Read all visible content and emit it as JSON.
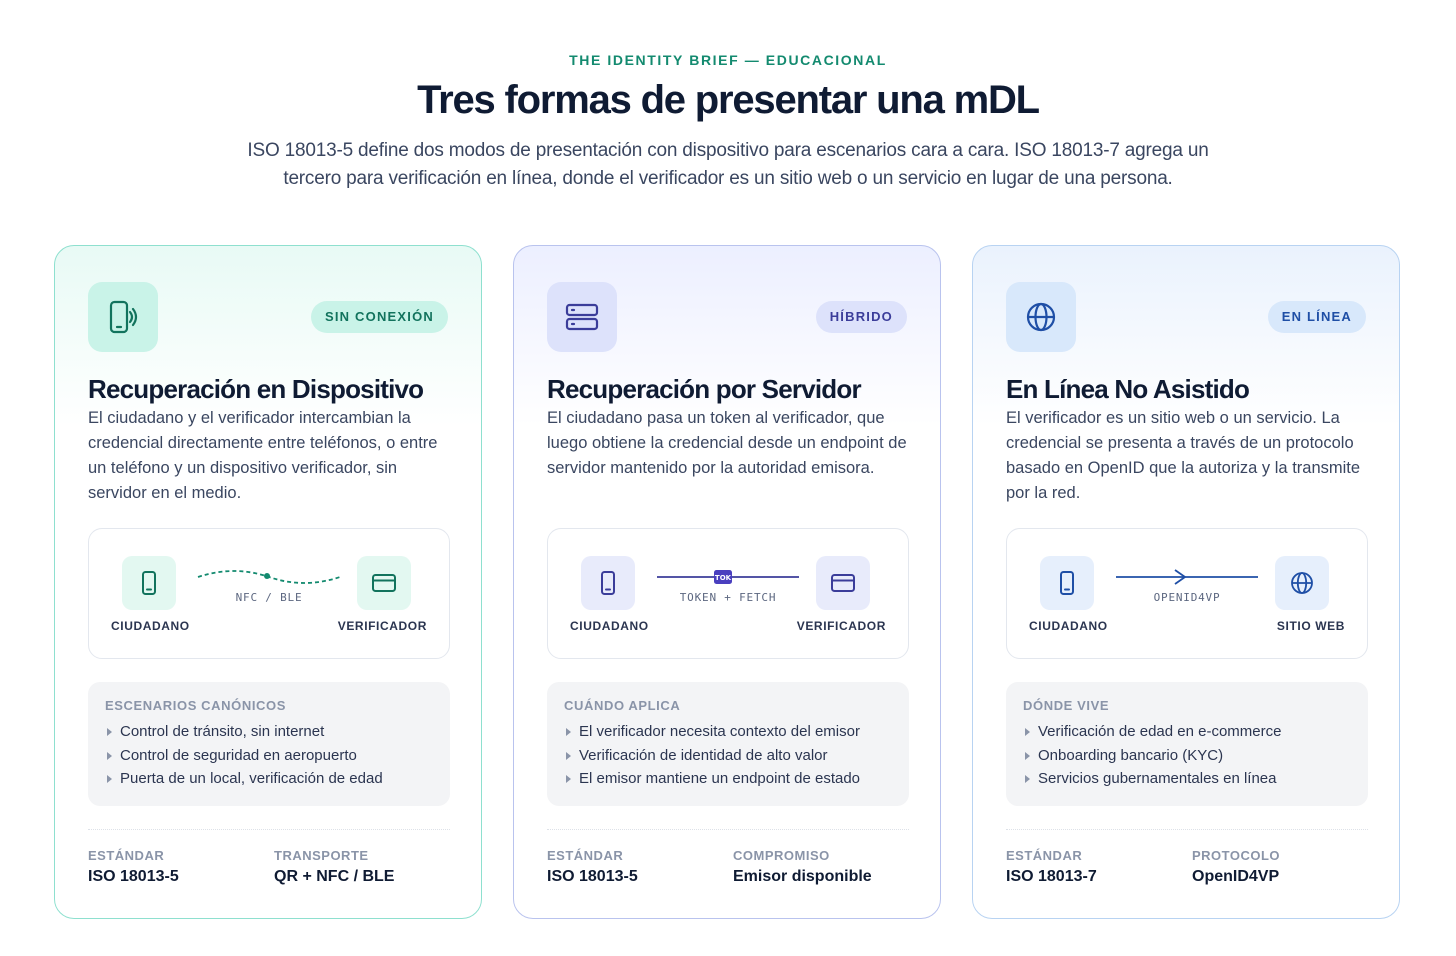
{
  "header": {
    "eyebrow": "THE IDENTITY BRIEF — EDUCACIONAL",
    "title": "Tres formas de presentar una mDL",
    "subtitle": "ISO 18013-5 define dos modos de presentación con dispositivo para escenarios cara a cara. ISO 18013-7 agrega un tercero para verificación en línea, donde el verificador es un sitio web o un servicio en lugar de una persona."
  },
  "colors": {
    "offline_accent": "#138a6f",
    "hybrid_accent": "#3b3d9a",
    "online_accent": "#1f4fa6",
    "title_text": "#0f1b33"
  },
  "cards": [
    {
      "icon": "phone-nfc-icon",
      "badge": "SIN CONEXIÓN",
      "title": "Recuperación en Dispositivo",
      "description": "El ciudadano y el verificador intercambian la credencial directamente entre teléfonos, o entre un teléfono y un dispositivo verificador, sin servidor en el medio.",
      "flow": {
        "left_icon": "phone-icon",
        "left_label": "CIUDADANO",
        "link_label": "NFC / BLE",
        "right_icon": "card-icon",
        "right_label": "VERIFICADOR"
      },
      "scenarios_title": "ESCENARIOS CANÓNICOS",
      "scenarios": [
        "Control de tránsito, sin internet",
        "Control de seguridad en aeropuerto",
        "Puerta de un local, verificación de edad"
      ],
      "meta": [
        {
          "key": "ESTÁNDAR",
          "value": "ISO 18013-5"
        },
        {
          "key": "TRANSPORTE",
          "value": "QR + NFC / BLE"
        }
      ]
    },
    {
      "icon": "server-icon",
      "badge": "HÍBRIDO",
      "title": "Recuperación por Servidor",
      "description": "El ciudadano pasa un token al verificador, que luego obtiene la credencial desde un endpoint de servidor mantenido por la autoridad emisora.",
      "flow": {
        "left_icon": "phone-icon",
        "left_label": "CIUDADANO",
        "link_label": "TOKEN + FETCH",
        "token_tag": "TOK",
        "right_icon": "card-icon",
        "right_label": "VERIFICADOR"
      },
      "scenarios_title": "CUÁNDO APLICA",
      "scenarios": [
        "El verificador necesita contexto del emisor",
        "Verificación de identidad de alto valor",
        "El emisor mantiene un endpoint de estado"
      ],
      "meta": [
        {
          "key": "ESTÁNDAR",
          "value": "ISO 18013-5"
        },
        {
          "key": "COMPROMISO",
          "value": "Emisor disponible"
        }
      ]
    },
    {
      "icon": "globe-icon",
      "badge": "EN LÍNEA",
      "title": "En Línea No Asistido",
      "description": "El verificador es un sitio web o un servicio. La credencial se presenta a través de un protocolo basado en OpenID que la autoriza y la transmite por la red.",
      "flow": {
        "left_icon": "phone-icon",
        "left_label": "CIUDADANO",
        "link_label": "OPENID4VP",
        "right_icon": "globe-icon",
        "right_label": "SITIO WEB"
      },
      "scenarios_title": "DÓNDE VIVE",
      "scenarios": [
        "Verificación de edad en e-commerce",
        "Onboarding bancario (KYC)",
        "Servicios gubernamentales en línea"
      ],
      "meta": [
        {
          "key": "ESTÁNDAR",
          "value": "ISO 18013-7"
        },
        {
          "key": "PROTOCOLO",
          "value": "OpenID4VP"
        }
      ]
    }
  ]
}
